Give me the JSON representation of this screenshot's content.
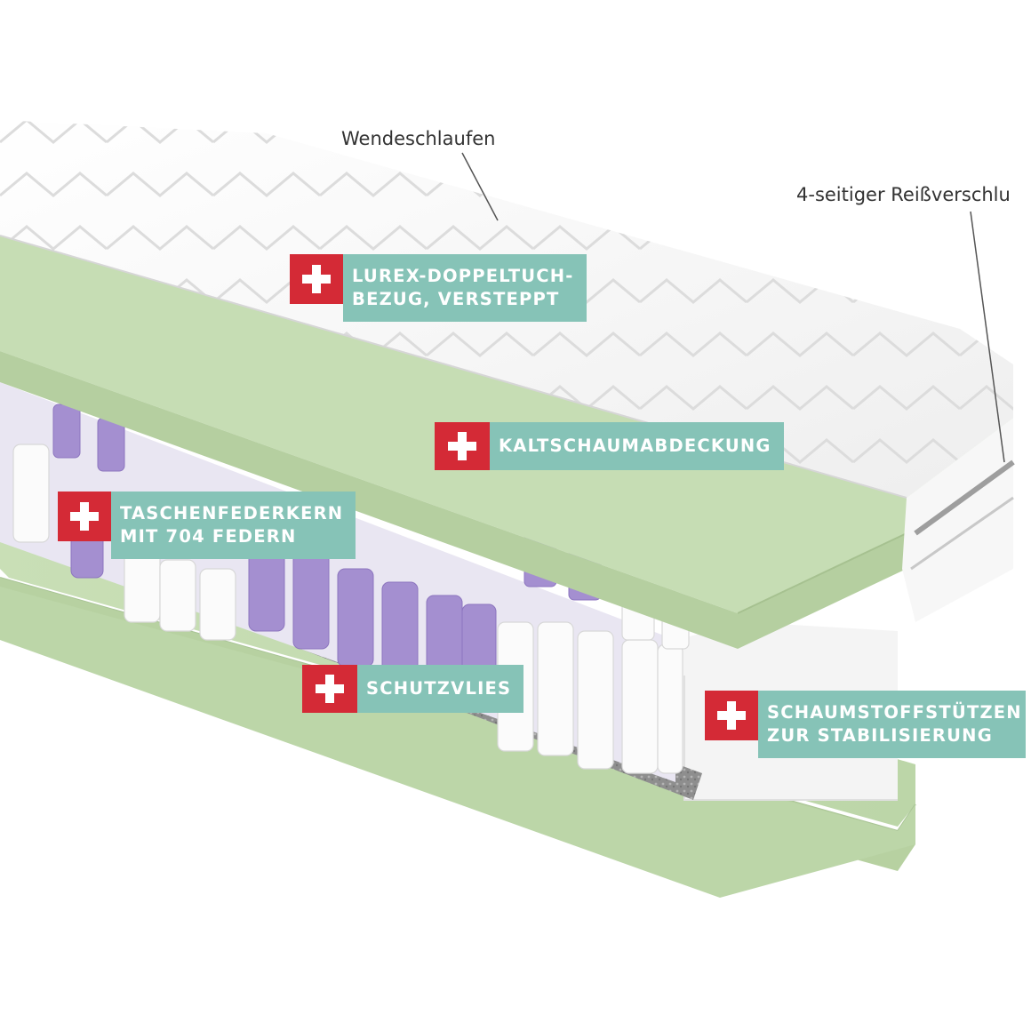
{
  "callouts": {
    "wendeschlaufen": "Wendeschlaufen",
    "reissverschluss": "4-seitiger Reißverschlu"
  },
  "tags": {
    "bezug": {
      "line1": "LUREX-DOPPELTUCH-",
      "line2": "BEZUG, VERSTEPPT"
    },
    "kaltschaum": {
      "line1": "KALTSCHAUMABDECKUNG"
    },
    "taschenfederkern": {
      "line1": "TASCHENFEDERKERN",
      "line2": "MIT 704 FEDERN"
    },
    "schutzvlies": {
      "line1": "SCHUTZVLIES"
    },
    "schaumstoff": {
      "line1": "SCHAUMSTOFFSTÜTZEN",
      "line2": "ZUR STABILISIERUNG"
    }
  },
  "colors": {
    "accent_red": "#d42a36",
    "tag_teal": "#86c3b7",
    "foam_green": "#c6ddb4",
    "spring_purple": "#a48fd0",
    "fleece_gray": "#9a9a9a"
  },
  "icons": [
    "plus-icon"
  ]
}
